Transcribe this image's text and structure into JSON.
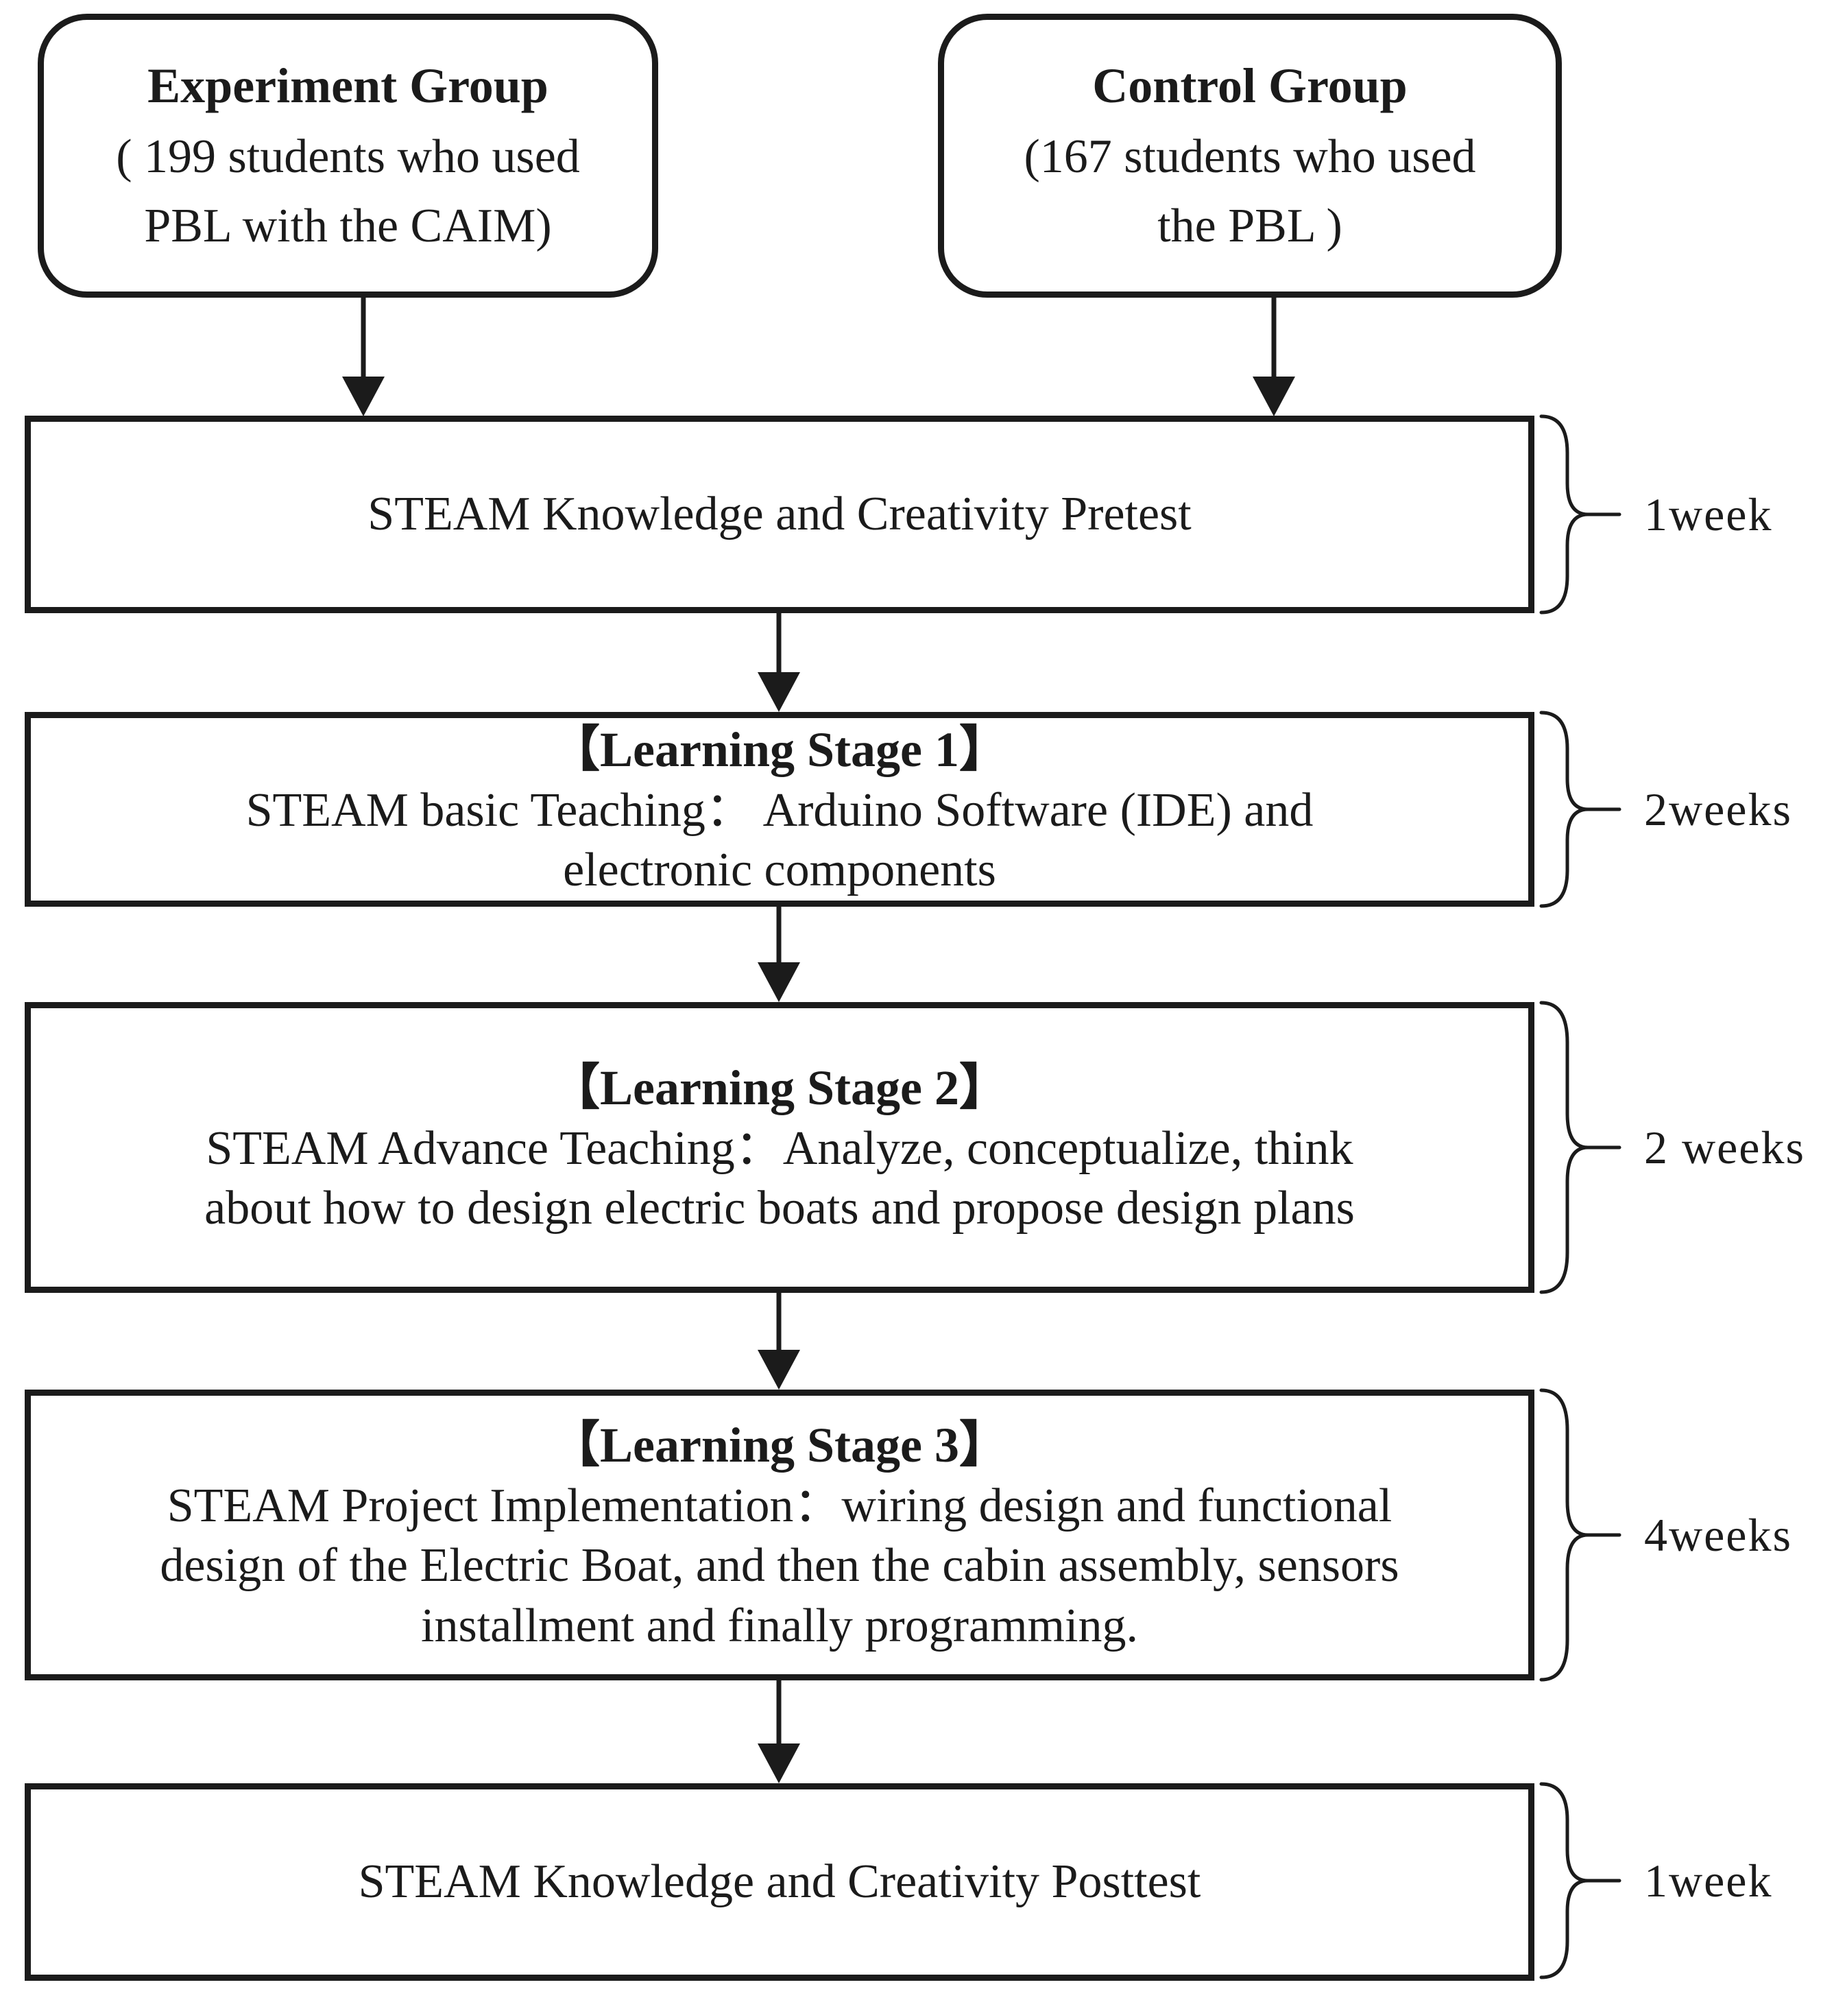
{
  "flowchart": {
    "groups": [
      {
        "title": "Experiment Group",
        "subtitle": "( 199 students who used\nPBL with the CAIM)"
      },
      {
        "title": "Control Group",
        "subtitle": "(167 students who used\nthe PBL )"
      }
    ],
    "stages": [
      {
        "title": "",
        "body": "STEAM Knowledge and Creativity Pretest",
        "duration": "1week"
      },
      {
        "title": "【Learning Stage 1】",
        "body": "STEAM basic Teaching： Arduino Software (IDE) and\nelectronic components",
        "duration": "2weeks"
      },
      {
        "title": "【Learning Stage 2】",
        "body": "STEAM Advance Teaching：Analyze, conceptualize, think\nabout how to design electric boats and propose design plans",
        "duration": "2 weeks"
      },
      {
        "title": "【Learning Stage 3】",
        "body": "STEAM Project Implementation：wiring design and functional\ndesign of the Electric Boat, and then the cabin assembly, sensors\ninstallment and finally programming.",
        "duration": "4weeks"
      },
      {
        "title": "",
        "body": "STEAM Knowledge and Creativity Posttest",
        "duration": "1week"
      }
    ],
    "colors": {
      "ink": "#1b1b1b",
      "background": "#ffffff"
    }
  }
}
